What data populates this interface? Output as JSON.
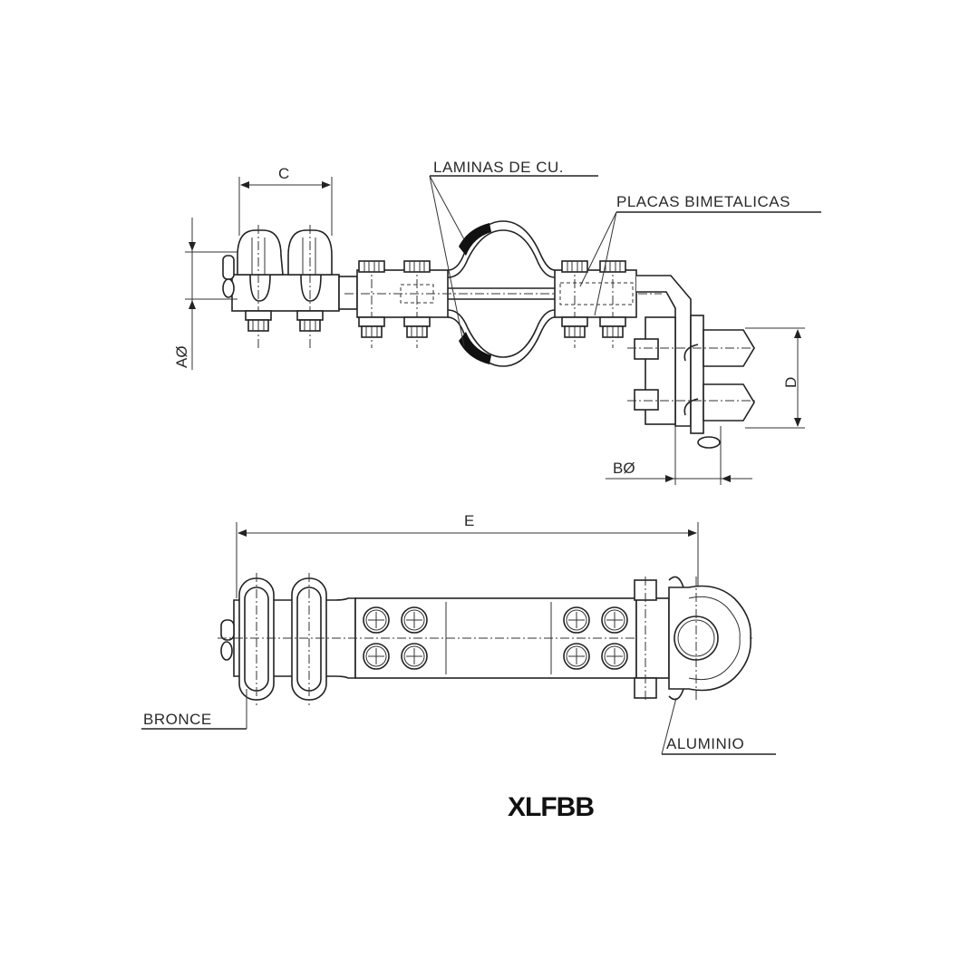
{
  "drawing": {
    "title": "XLFBB",
    "labels": {
      "laminas": "LAMINAS DE CU.",
      "placas": "PLACAS BIMETALICAS",
      "bronce": "BRONCE",
      "aluminio": "ALUMINIO"
    },
    "dimensions": {
      "c": "C",
      "a": "AØ",
      "b": "BØ",
      "d": "D",
      "e": "E"
    },
    "views": [
      "side-view",
      "top-view"
    ],
    "colors": {
      "line": "#222222",
      "background": "#ffffff",
      "copper_band": "#111111"
    }
  }
}
